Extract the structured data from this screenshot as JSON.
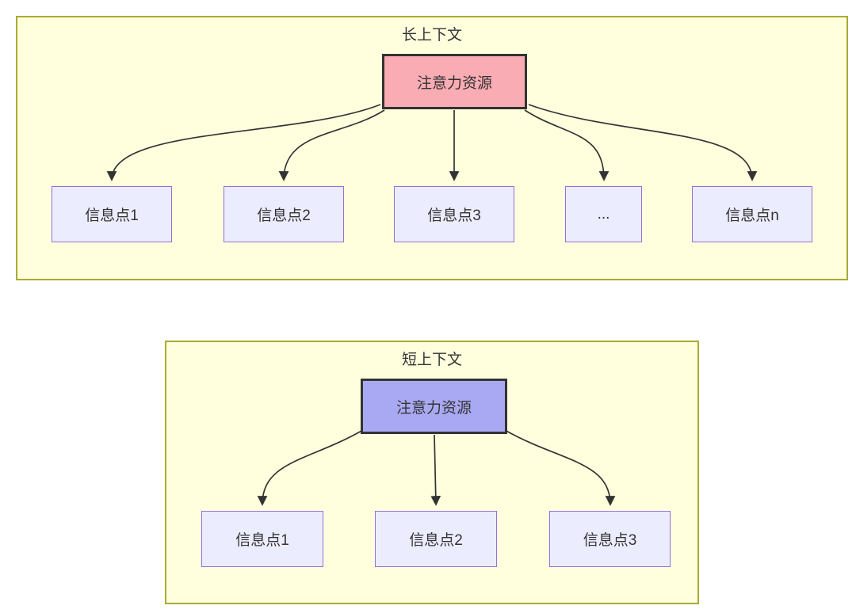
{
  "colors": {
    "container_fill": "#ffffde",
    "container_border": "#aaaa33",
    "node_fill": "#ececff",
    "node_border": "#9370db",
    "attention_long_fill": "#faacb4",
    "attention_short_fill": "#a9a9f3",
    "attention_border": "#333333",
    "line": "#333333",
    "text": "#333333"
  },
  "diagrams": [
    {
      "title": "长上下文",
      "attention": "注意力资源",
      "children": [
        {
          "label": "信息点1"
        },
        {
          "label": "信息点2"
        },
        {
          "label": "信息点3"
        },
        {
          "label": "..."
        },
        {
          "label": "信息点n"
        }
      ]
    },
    {
      "title": "短上下文",
      "attention": "注意力资源",
      "children": [
        {
          "label": "信息点1"
        },
        {
          "label": "信息点2"
        },
        {
          "label": "信息点3"
        }
      ]
    }
  ]
}
